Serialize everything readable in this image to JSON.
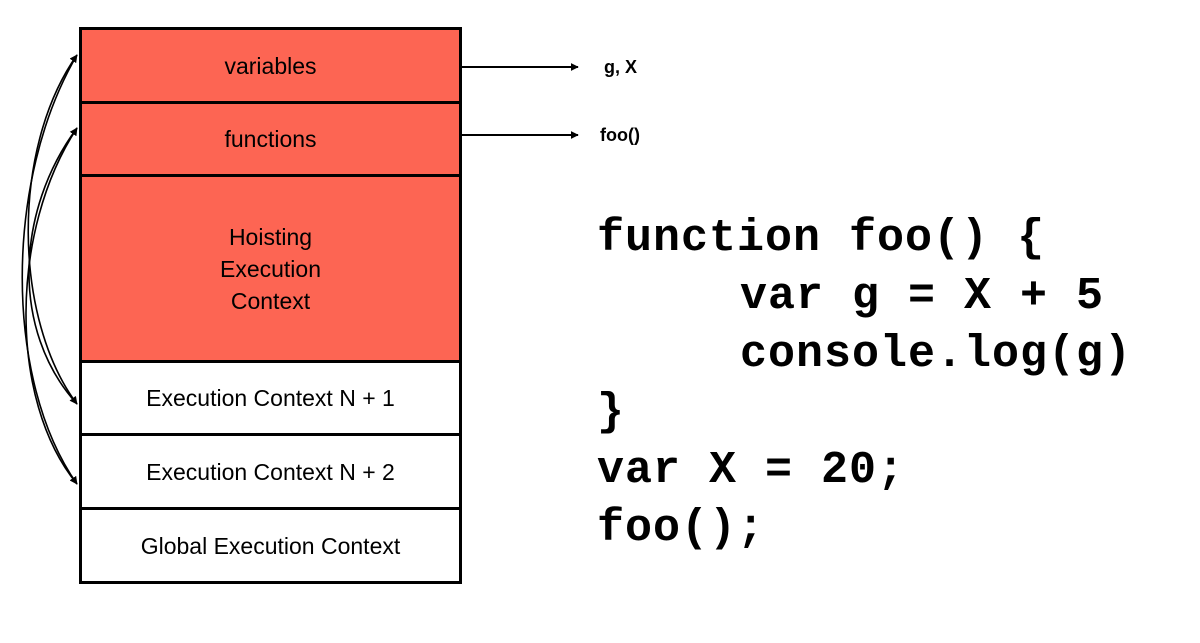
{
  "stack": {
    "variables": "variables",
    "functions": "functions",
    "hoisting": "Hoisting Execution Context",
    "context_n1": "Execution Context N + 1",
    "context_n2": "Execution Context N + 2",
    "global": "Global Execution Context"
  },
  "outputs": {
    "variables_target": "g, X",
    "functions_target": "foo()"
  },
  "code": {
    "line1": "function foo() {",
    "line2": "var g = X + 5",
    "line3": "console.log(g)",
    "line4": "}",
    "line5": "var X = 20;",
    "line6": "foo();"
  },
  "colors": {
    "hoisting_fill": "#fd6553",
    "border": "#000000",
    "background": "#ffffff"
  }
}
